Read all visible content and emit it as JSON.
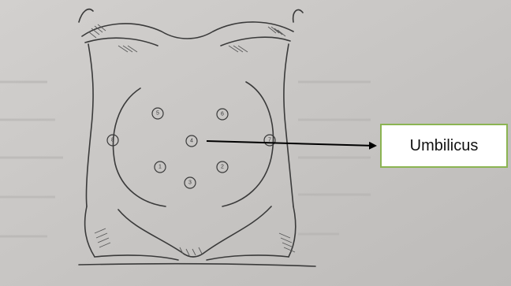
{
  "callout": {
    "label": "Umbilicus",
    "border_color": "#8bb452"
  },
  "markers": [
    {
      "id": "1",
      "label": "1"
    },
    {
      "id": "2",
      "label": "2"
    },
    {
      "id": "3",
      "label": "3"
    },
    {
      "id": "4",
      "label": "4"
    },
    {
      "id": "5",
      "label": "5"
    },
    {
      "id": "6",
      "label": "6"
    },
    {
      "id": "7",
      "label": "7"
    },
    {
      "id": "8",
      "label": "8"
    }
  ],
  "colors": {
    "paper": "#c8c6c4",
    "ink": "#3a3a3a",
    "arrow": "#000000"
  }
}
